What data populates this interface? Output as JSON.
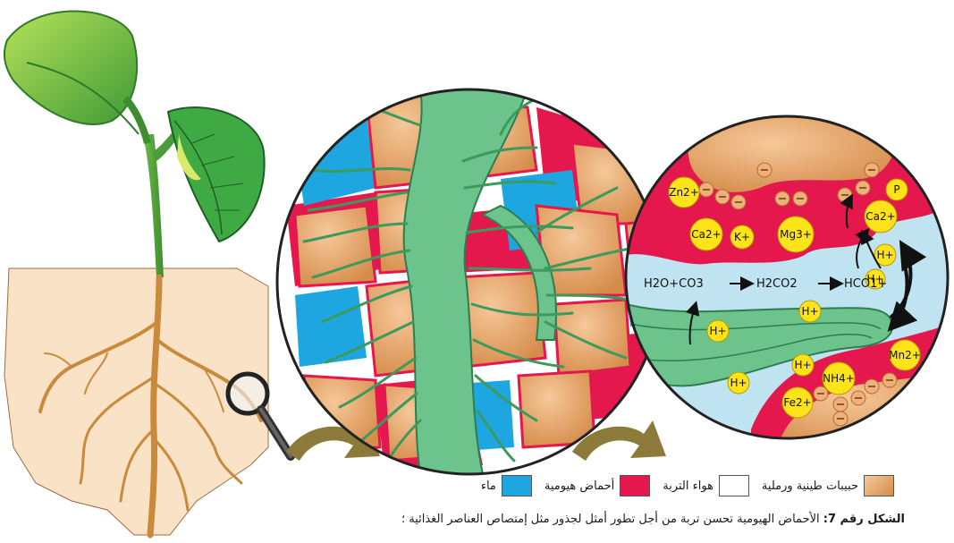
{
  "legend": {
    "items": [
      {
        "label": "حبيبات طينية ورملية",
        "color": "#e8a868"
      },
      {
        "label": "هواء التربة",
        "color": "#ffffff"
      },
      {
        "label": "أحماض هيومية",
        "color": "#e5184e"
      },
      {
        "label": "ماء",
        "color": "#1ea6e0"
      }
    ]
  },
  "caption": {
    "lead": "الشكل رقم 7:",
    "text": " الأحماض الهيومية تحسن تربة من أجل تطور أمثل لجذور مثل إمتصاص العناصر الغذائية ؛"
  },
  "ions": {
    "zn": "Zn2+",
    "p": "P",
    "ca_top": "Ca2+",
    "ca_right": "Ca2+",
    "k": "K+",
    "mg": "Mg3+",
    "h": "H+",
    "nh4": "NH4+",
    "mn": "Mn2+",
    "fe": "Fe2+"
  },
  "reaction": {
    "reactant": "H2O+CO3",
    "intermediate": "H2CO2",
    "product": "HCO1+"
  },
  "colors": {
    "humic": "#e5184e",
    "water": "#bfe3f1",
    "soil": "#e8a868",
    "root": "#5dbd7d",
    "root_dark": "#2e7d4f",
    "arrow": "#8c7a3a",
    "ion": "#ffe31a"
  }
}
